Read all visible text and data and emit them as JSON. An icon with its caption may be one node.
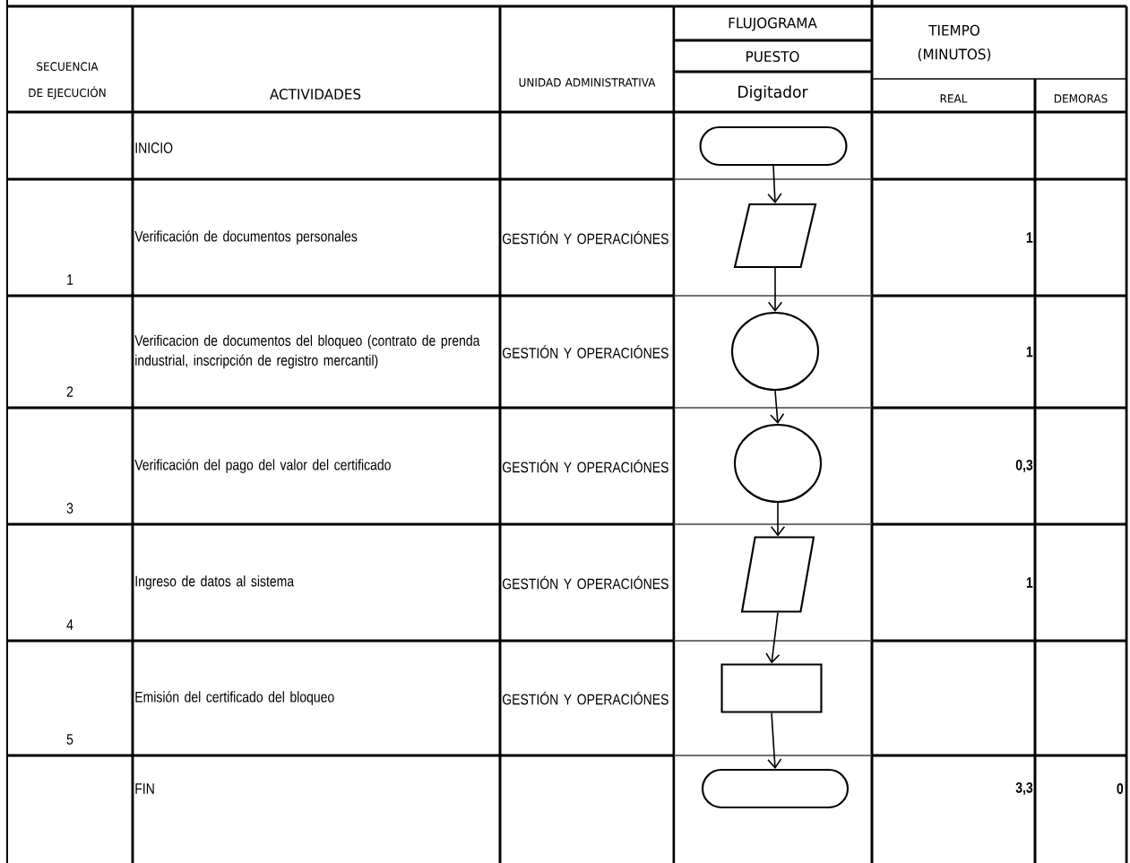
{
  "diagram": {
    "nodes": [
      {
        "text": [],
        "shape": "oval"
      },
      {
        "text": [],
        "shape": "parallelogram"
      },
      {
        "text": [],
        "shape": "circle"
      },
      {
        "text": [],
        "shape": "circle"
      },
      {
        "text": [],
        "shape": "parallelogram"
      },
      {
        "text": [],
        "shape": "box"
      },
      {
        "text": [],
        "shape": "oval"
      }
    ],
    "edges": [
      {
        "from": 0,
        "to": 1,
        "arrow": "to"
      },
      {
        "from": 1,
        "to": 2,
        "arrow": "to"
      },
      {
        "from": 2,
        "to": 3,
        "arrow": "to"
      },
      {
        "from": 3,
        "to": 4,
        "arrow": "to"
      },
      {
        "from": 4,
        "to": 5,
        "arrow": "to"
      },
      {
        "from": 5,
        "to": 6,
        "arrow": "to"
      }
    ],
    "labels": [
      "FLUJOGRAMA",
      "TIEMPO (MINUTOS)",
      "PUESTO",
      "SECUENCIA DE EJECUCIÓN",
      "UNIDAD ADMINISTRATIVA",
      "ACTIVIDADES",
      "Digitador",
      "REAL",
      "DEMORAS",
      "INICIO",
      "1",
      "Verificación de documentos personales",
      "GESTIÓN Y OPERACIÓNES",
      "1",
      "2",
      "Verificacion de documentos del bloqueo (contrato de prenda industrial, inscripción de registro mercantil)",
      "GESTIÓN Y OPERACIÓNES",
      "1",
      "3",
      "Verificación del pago del valor del certificado",
      "GESTIÓN Y OPERACIÓNES",
      "0,3",
      "4",
      "Ingreso de datos al sistema",
      "GESTIÓN Y OPERACIÓNES",
      "1",
      "5",
      "Emisión del certificado del bloqueo",
      "GESTIÓN Y OPERACIÓNES",
      "FIN",
      "3,3",
      "0"
    ]
  }
}
